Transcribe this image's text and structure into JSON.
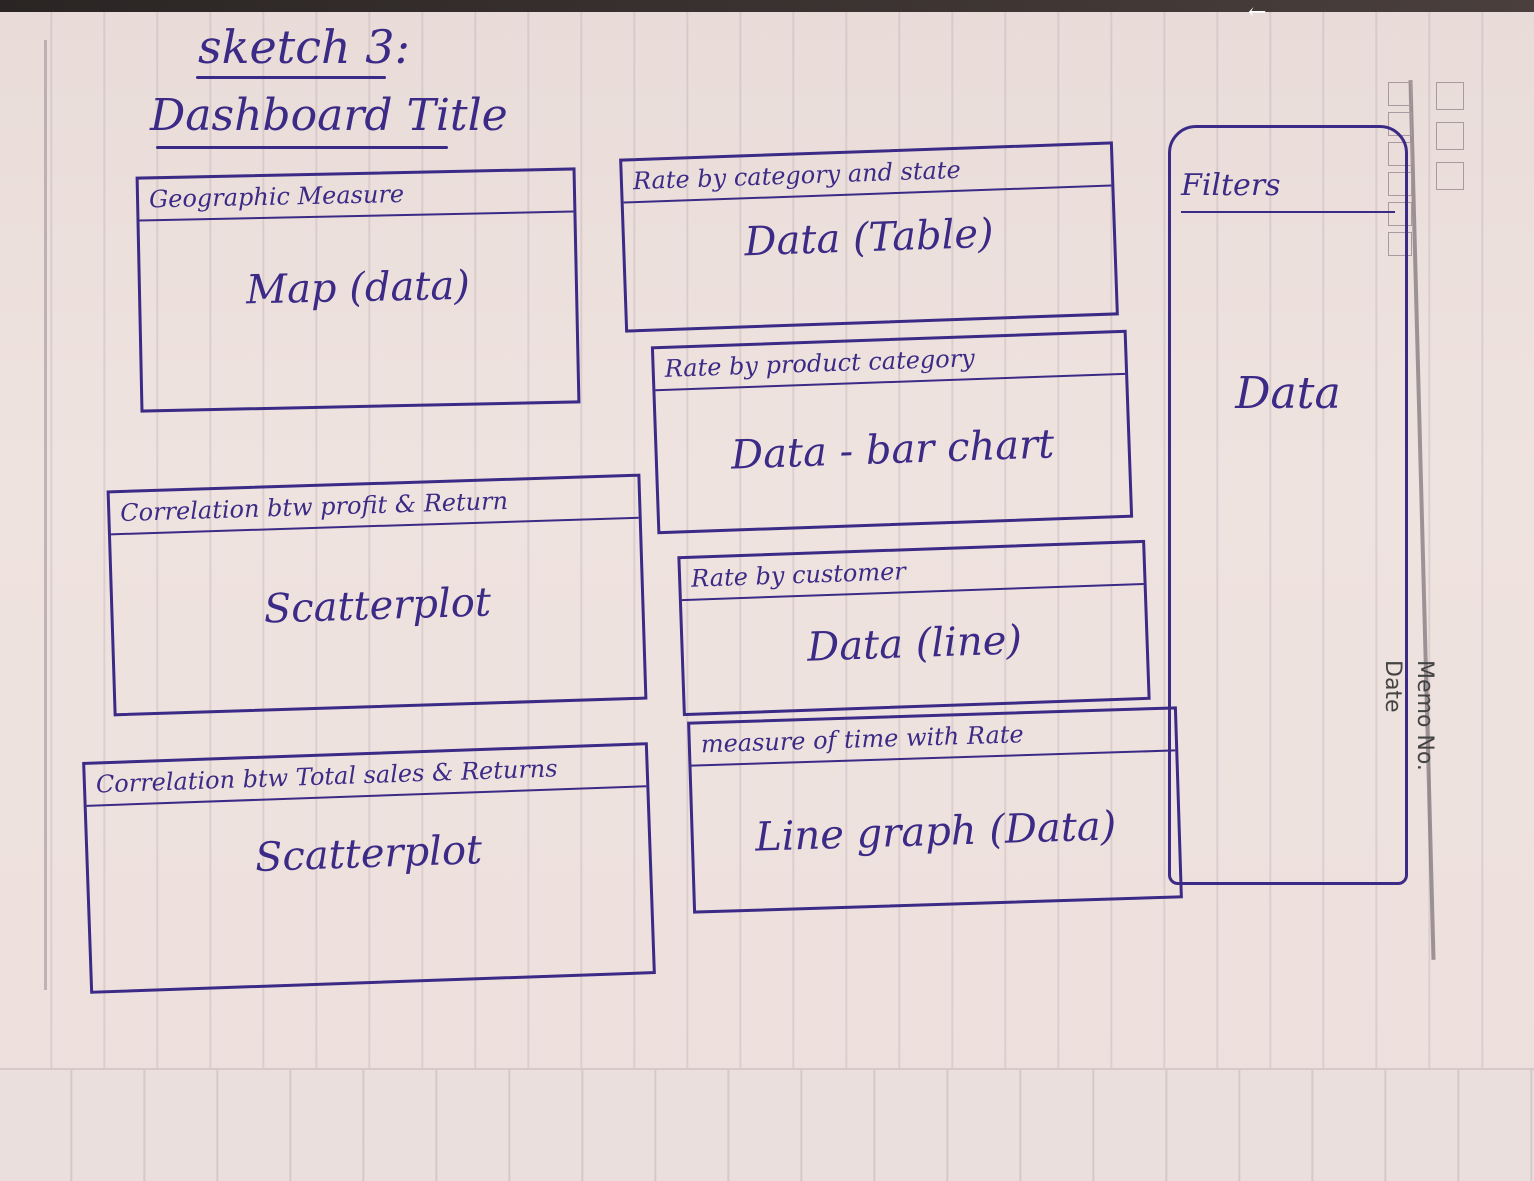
{
  "sketch_title": "sketch 3:",
  "dashboard_title": "Dashboard Title",
  "panels": [
    {
      "header": "Geographic Measure",
      "body": "Map (data)"
    },
    {
      "header": "Rate by category and state",
      "body": "Data (Table)"
    },
    {
      "header": "Rate by product category",
      "body": "Data - bar chart"
    },
    {
      "header": "Correlation btw profit & Return",
      "body": "Scatterplot"
    },
    {
      "header": "Rate by customer",
      "body": "Data (line)"
    },
    {
      "header": "Correlation btw Total sales & Returns",
      "body": "Scatterplot"
    },
    {
      "header": "measure of time with Rate",
      "body": "Line graph (Data)"
    }
  ],
  "filters": {
    "header": "Filters",
    "body": "Data"
  },
  "memo": {
    "memo_no": "Memo No.",
    "date": "Date"
  },
  "colors": {
    "ink": "#3b2a86",
    "paper": "#ede0dc"
  }
}
